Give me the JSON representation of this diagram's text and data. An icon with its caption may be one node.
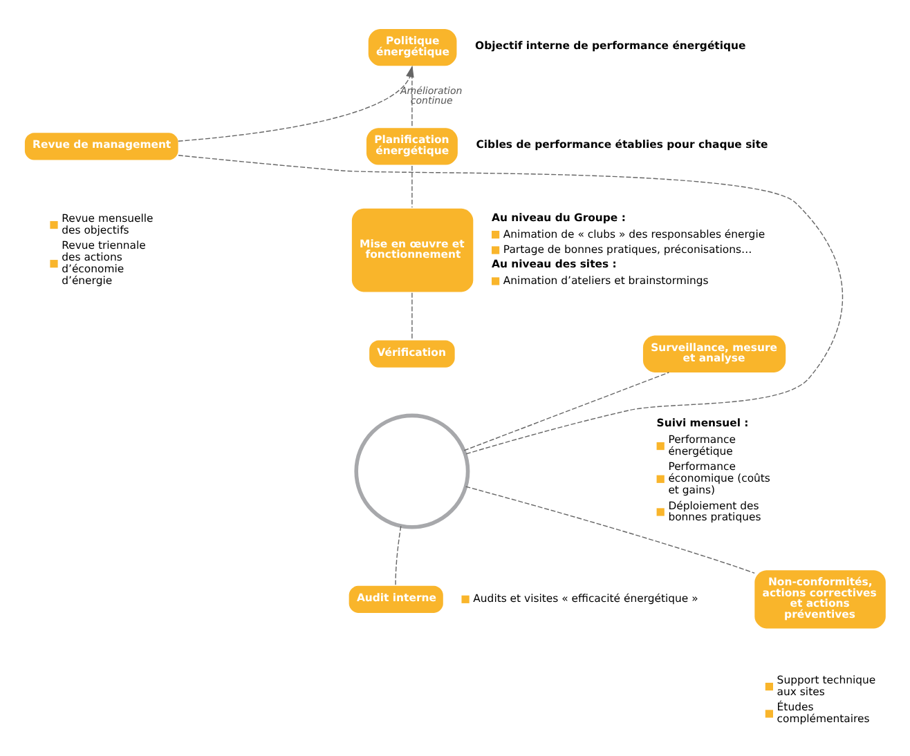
{
  "diagram": {
    "nodes": [
      {
        "text": [
          "Politique énergétique"
        ],
        "beside": [
          "Objectif interne de performance énergétique"
        ]
      },
      {
        "text": [
          "Planification énergétique"
        ],
        "beside": [
          "Cibles de performance établies pour chaque site"
        ]
      },
      {
        "text": [
          "Mise en œuvre et fonctionnement"
        ],
        "beside": [
          "Au niveau du Groupe :",
          "Animation de « clubs » des responsables énergie",
          "Partage de bonnes pratiques, préconisations…",
          "Au niveau des sites :",
          "Animation d’ateliers et brainstormings"
        ]
      },
      {
        "text": [
          "Revue de management"
        ],
        "beside": [
          "Revue mensuelle des objectifs",
          "Revue triennale des actions d’économie d’énergie"
        ]
      },
      {
        "text": [
          "Vérification"
        ]
      },
      {
        "text": [
          "Surveillance, mesure et analyse"
        ],
        "beside": [
          "Suivi mensuel :",
          "Performance énergétique",
          "Performance économique (coûts et gains)",
          "Déploiement des bonnes pratiques"
        ]
      },
      {
        "text": [
          "Audit interne"
        ],
        "beside": [
          "Audits et visites « efficacité énergétique »"
        ]
      },
      {
        "text": [
          "Non-conformités, actions correctives et actions préventives"
        ],
        "beside": [
          "Support technique aux sites",
          "Études complémentaires"
        ]
      },
      {
        "text": [],
        "shape": "circle"
      }
    ],
    "edges": [
      {
        "from": 3,
        "to": 0,
        "arrow": "to",
        "label": "Amélioration continue",
        "style": "dashed"
      },
      {
        "from": 0,
        "to": 1,
        "arrow": "none",
        "style": "dashed"
      },
      {
        "from": 1,
        "to": 2,
        "arrow": "none",
        "style": "dashed"
      },
      {
        "from": 2,
        "to": 4,
        "arrow": "none",
        "style": "dashed"
      },
      {
        "from": 3,
        "to": 8,
        "arrow": "none",
        "style": "dashed"
      },
      {
        "from": 8,
        "to": 5,
        "arrow": "none",
        "style": "dashed"
      },
      {
        "from": 8,
        "to": 6,
        "arrow": "none",
        "style": "dashed"
      },
      {
        "from": 8,
        "to": 7,
        "arrow": "none",
        "style": "dashed"
      }
    ]
  }
}
